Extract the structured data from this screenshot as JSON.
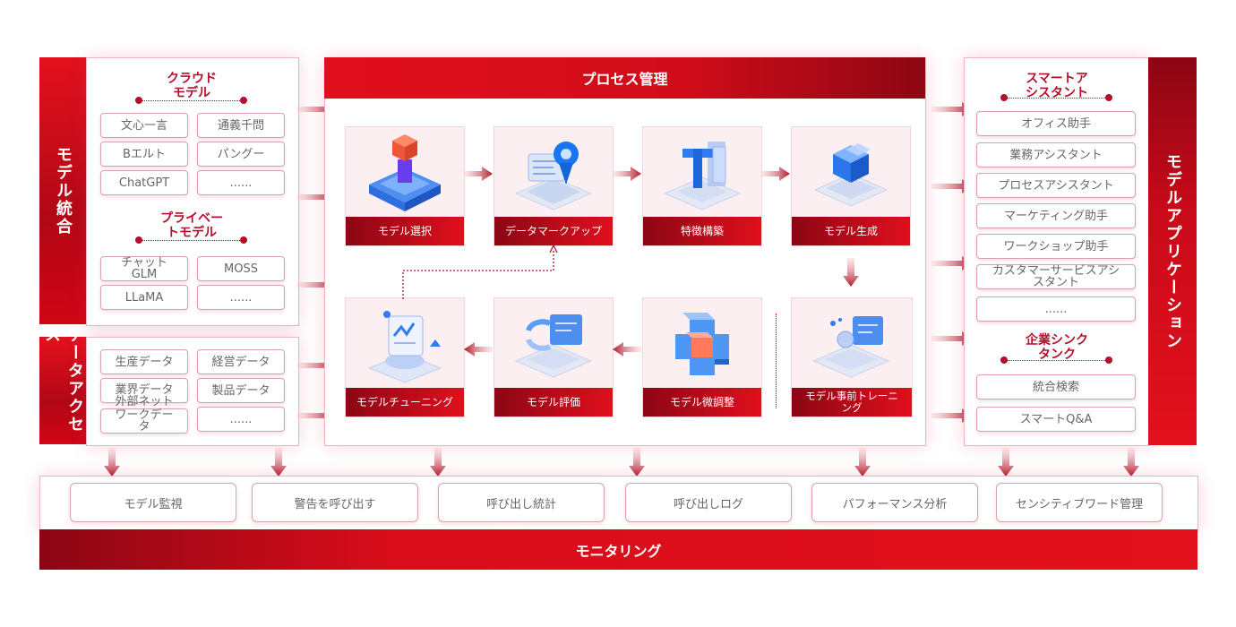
{
  "model_integration": {
    "title": "モデル統合",
    "cloud_heading": "クラウド\nモデル",
    "cloud_models": [
      "文心一言",
      "通義千問",
      "Bエルト",
      "パングー",
      "ChatGPT",
      "......"
    ],
    "private_heading": "プライベー\nトモデル",
    "private_models": [
      "チャット\nGLM",
      "MOSS",
      "LLaMA",
      "......"
    ]
  },
  "data_access": {
    "title": "データアクセス",
    "items": [
      "生産データ",
      "経営データ",
      "業界データ\n外部ネット",
      "製品データ",
      "ワークデー\nタ",
      "......"
    ]
  },
  "process": {
    "title": "プロセス管理",
    "steps": [
      "モデル選択",
      "データマークアップ",
      "特徴構築",
      "モデル生成",
      "モデルチューニング",
      "モデル評価",
      "モデル微調整",
      "モデル事前トレーニ\nング"
    ]
  },
  "app": {
    "title": "モデルアプリケーション",
    "assistant_heading": "スマートア\nシスタント",
    "assistants": [
      "オフィス助手",
      "業務アシスタント",
      "プロセスアシスタント",
      "マーケティング助手",
      "ワークショップ助手",
      "カスタマーサービスアシ\nスタント",
      "......"
    ],
    "think_tank_heading": "企業シンク\nタンク",
    "think_tank": [
      "統合検索",
      "スマートQ&A"
    ]
  },
  "monitoring": {
    "title": "モニタリング",
    "items": [
      "モデル監視",
      "警告を呼び出す",
      "呼び出し統計",
      "呼び出しログ",
      "パフォーマンス分析",
      "センシティブワード管理"
    ]
  },
  "colors": {
    "accent": "#d80c1b",
    "dark_accent": "#8c0614",
    "label_red": "#b3102c"
  }
}
